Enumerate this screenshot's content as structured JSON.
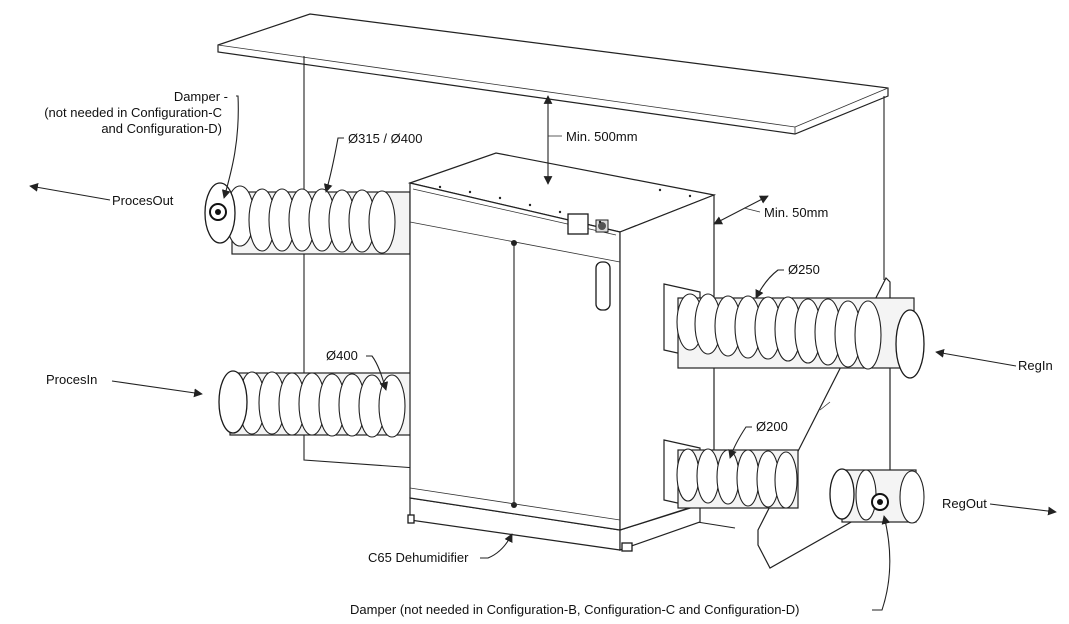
{
  "labels": {
    "damper_top": [
      "Damper -",
      "(not needed in Configuration-C",
      "and Configuration-D)"
    ],
    "dia_top_left": "Ø315 / Ø400",
    "min_500": "Min. 500mm",
    "proces_out": "ProcesOut",
    "min_50": "Min. 50mm",
    "dia_250": "Ø250",
    "dia_400": "Ø400",
    "proces_in": "ProcesIn",
    "reg_in": "RegIn",
    "dia_200": "Ø200",
    "reg_out": "RegOut",
    "unit": "C65 Dehumidifier",
    "damper_bottom": "Damper (not needed in Configuration-B, Configuration-C and Configuration-D)"
  },
  "icons": {
    "arrow": "arrow-icon",
    "damper": "damper-icon"
  },
  "colors": {
    "line": "#222222",
    "fill": "#ffffff",
    "duct": "#f4f4f4"
  }
}
